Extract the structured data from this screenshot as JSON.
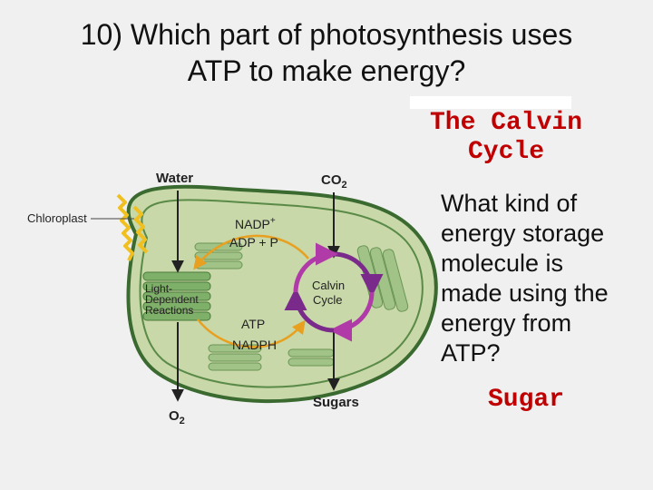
{
  "slide": {
    "title_line1": "10) Which part of photosynthesis uses",
    "title_line2": "ATP to make energy?",
    "answer1_line1": "The Calvin",
    "answer1_line2": "Cycle",
    "question2_lines": [
      "What kind of",
      "energy storage",
      "molecule is",
      "made using the",
      "energy from",
      "ATP?"
    ],
    "answer2": "Sugar"
  },
  "diagram": {
    "water": "Water",
    "co2": "CO",
    "co2_sub": "2",
    "chloroplast": "Chloroplast",
    "nadp": "NADP",
    "nadp_sup": "+",
    "adp": "ADP + P",
    "light_lines": [
      "Light-",
      "Dependent",
      "Reactions"
    ],
    "calvin_lines": [
      "Calvin",
      "Cycle"
    ],
    "atp": "ATP",
    "nadph": "NADPH",
    "o2": "O",
    "o2_sub": "2",
    "sugars": "Sugars"
  },
  "colors": {
    "answer": "#c00000",
    "chloroplast_fill": "#c8d8a8",
    "membrane": "#3a6a30",
    "thylakoid": "#7fb06a",
    "cycle_arrow": "#7a2a8a",
    "cycle_arrow_alt": "#b03aa8",
    "orange_arrow": "#e8a020",
    "sunlight": "#f0c020"
  }
}
